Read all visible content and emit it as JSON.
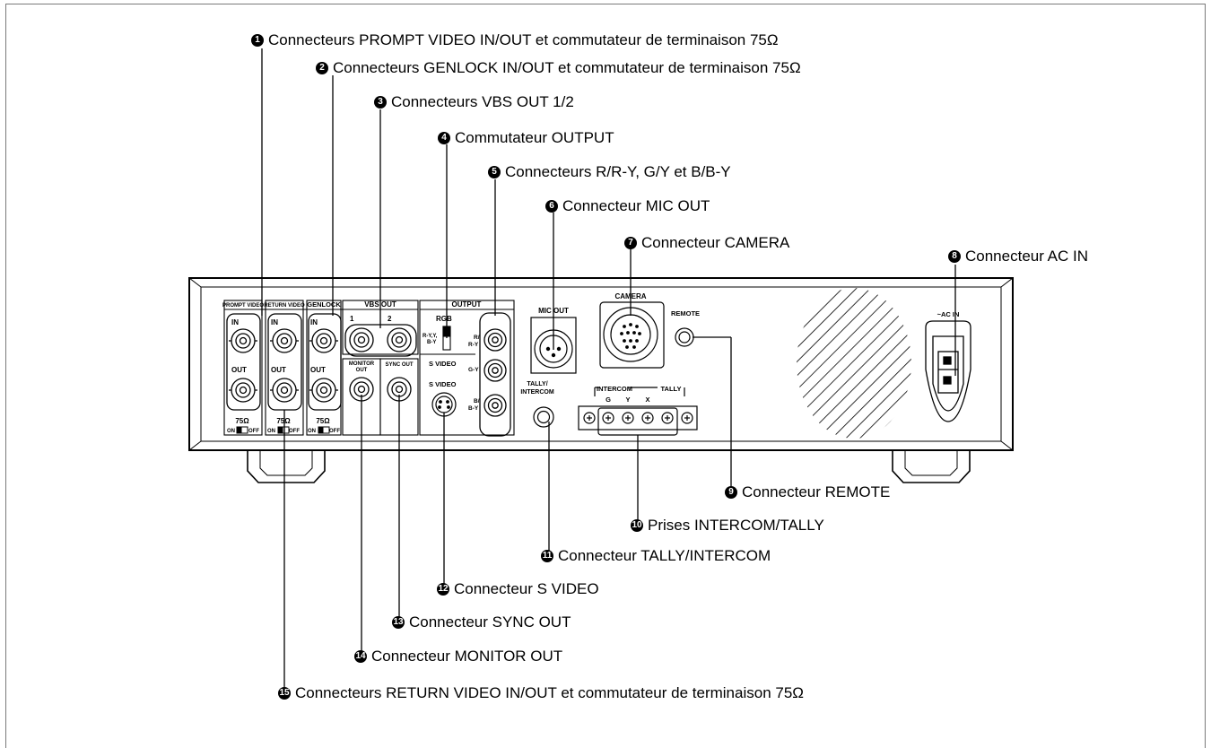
{
  "callouts": [
    {
      "num": "1",
      "text": "Connecteurs PROMPT VIDEO IN/OUT et commutateur de terminaison 75Ω"
    },
    {
      "num": "2",
      "text": "Connecteurs GENLOCK IN/OUT et commutateur de terminaison 75Ω"
    },
    {
      "num": "3",
      "text": "Connecteurs VBS OUT 1/2"
    },
    {
      "num": "4",
      "text": "Commutateur OUTPUT"
    },
    {
      "num": "5",
      "text": "Connecteurs R/R-Y, G/Y et B/B-Y"
    },
    {
      "num": "6",
      "text": "Connecteur MIC OUT"
    },
    {
      "num": "7",
      "text": "Connecteur CAMERA"
    },
    {
      "num": "8",
      "text": "Connecteur AC IN"
    },
    {
      "num": "9",
      "text": "Connecteur REMOTE"
    },
    {
      "num": "10",
      "text": "Prises INTERCOM/TALLY"
    },
    {
      "num": "11",
      "text": "Connecteur TALLY/INTERCOM"
    },
    {
      "num": "12",
      "text": "Connecteur S VIDEO"
    },
    {
      "num": "13",
      "text": "Connecteur SYNC OUT"
    },
    {
      "num": "14",
      "text": "Connecteur MONITOR OUT"
    },
    {
      "num": "15",
      "text": "Connecteurs RETURN VIDEO IN/OUT et commutateur de terminaison 75Ω"
    }
  ],
  "panel": {
    "prompt_video": "PROMPT VIDEO",
    "return_video": "RETURN VIDEO",
    "genlock": "GENLOCK",
    "vbs_out": "VBS OUT",
    "output": "OUTPUT",
    "in": "IN",
    "out": "OUT",
    "ohm": "75Ω",
    "on": "ON",
    "off": "OFF",
    "ch1": "1",
    "ch2": "2",
    "rgb": "RGB",
    "ryby_top": "R-Y,Y,",
    "ryby_bot": "B-Y",
    "s_video_sw": "S VIDEO",
    "s_video": "S VIDEO",
    "monitor_out_1": "MONITOR",
    "monitor_out_2": "OUT",
    "sync_out": "SYNC OUT",
    "r_top": "R/",
    "r_bot": "R-Y",
    "g_label": "G-Y",
    "b_top": "B/",
    "b_bot": "B-Y",
    "mic_out": "MIC OUT",
    "tally_1": "TALLY/",
    "tally_2": "INTERCOM",
    "camera": "CAMERA",
    "remote": "REMOTE",
    "intercom": "INTERCOM",
    "tally": "TALLY",
    "term_g": "G",
    "term_y": "Y",
    "term_x": "X",
    "ac_in": "~AC IN"
  }
}
